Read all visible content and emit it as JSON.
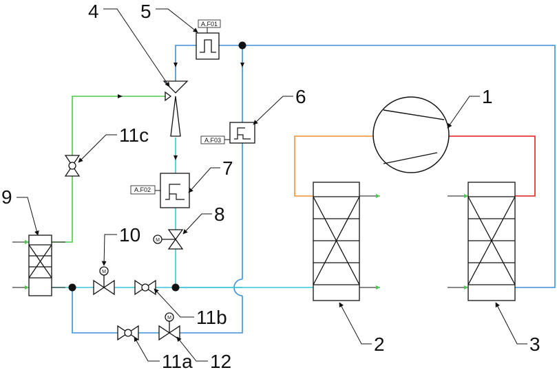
{
  "colors": {
    "blue": "#3b8fd9",
    "cyan": "#36c8d8",
    "green": "#49c84b",
    "orange": "#f2a14b",
    "red": "#e8373b",
    "black": "#111111"
  },
  "tags": {
    "filter1": "A.F01",
    "filter2": "A.F02",
    "filter3": "A.F03"
  },
  "labels": {
    "n1": "1",
    "n2": "2",
    "n3": "3",
    "n4": "4",
    "n5": "5",
    "n6": "6",
    "n7": "7",
    "n8": "8",
    "n9": "9",
    "n10": "10",
    "n11a": "11a",
    "n11b": "11b",
    "n11c": "11c",
    "n12": "12"
  },
  "motor_glyph": "M"
}
